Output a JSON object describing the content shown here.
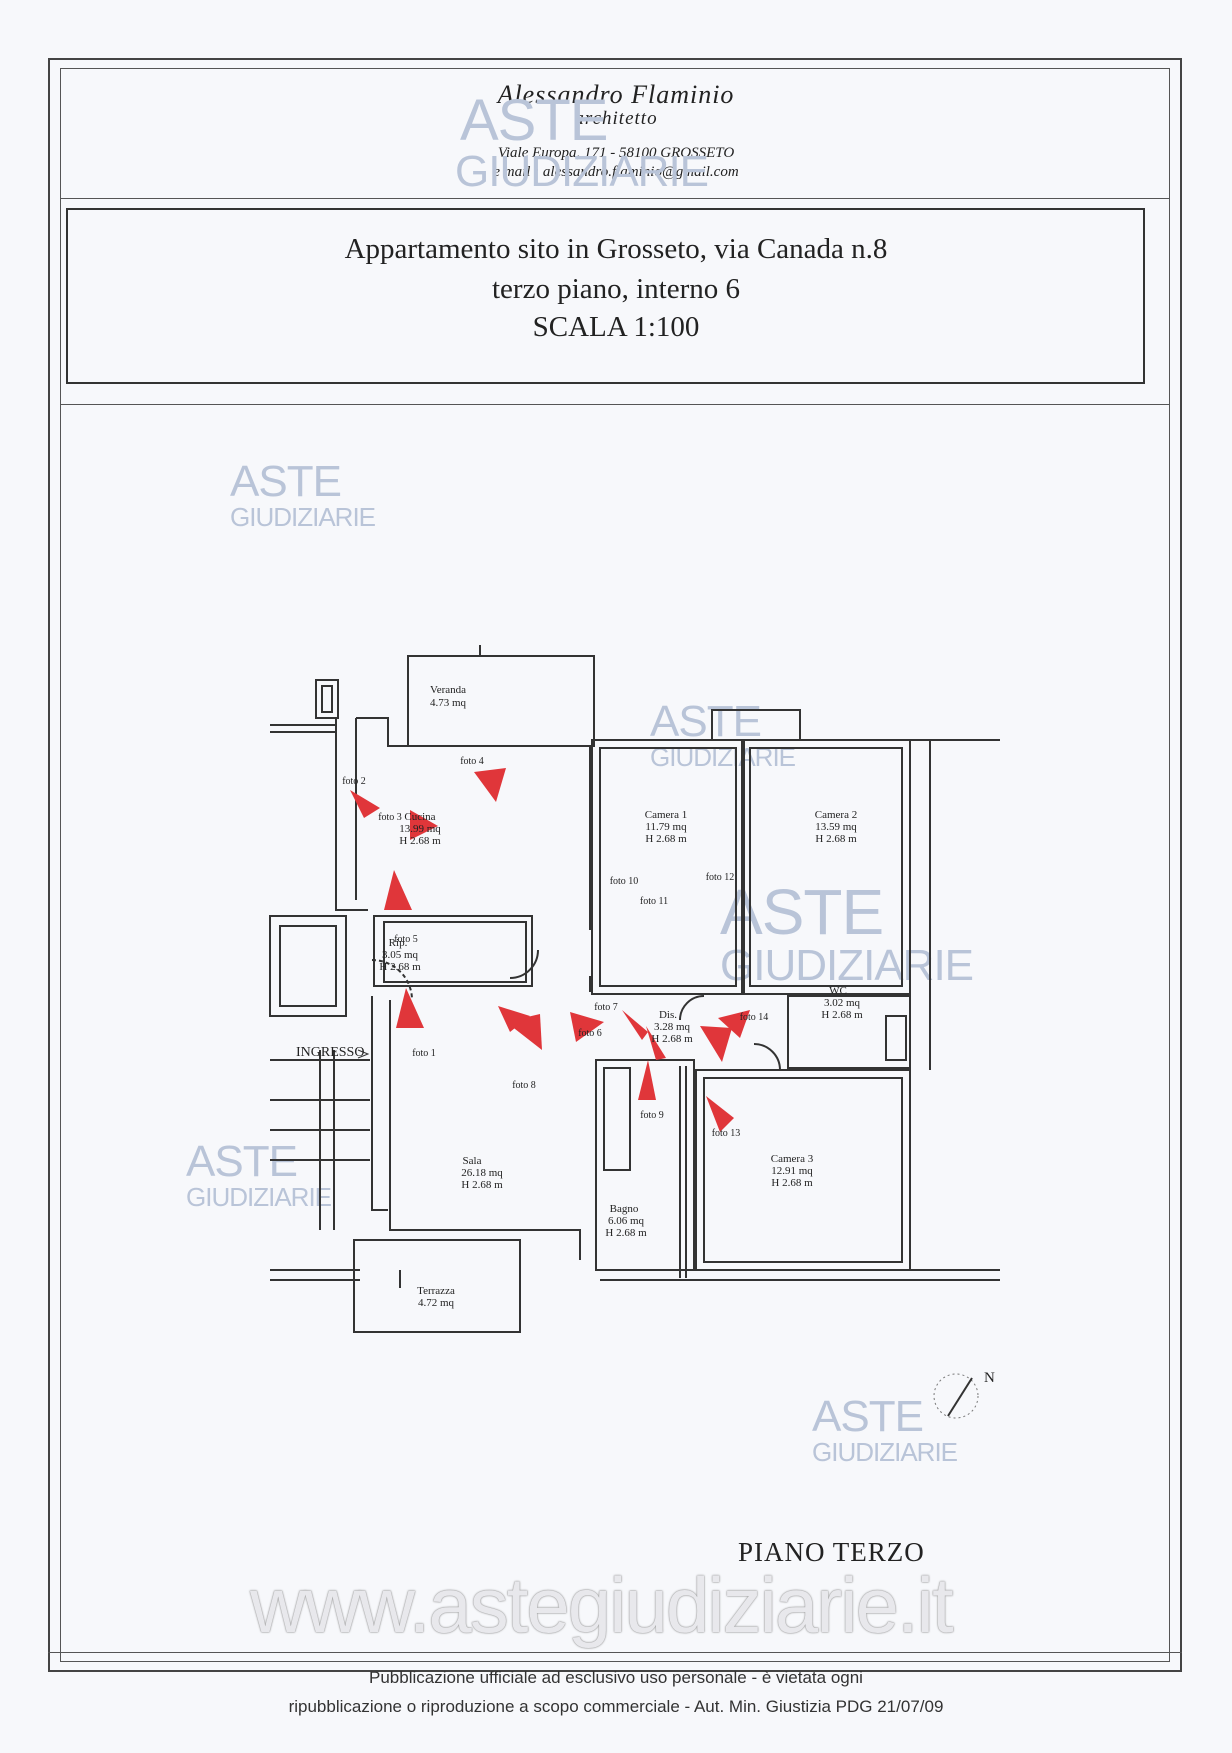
{
  "header": {
    "architect_name": "Alessandro Flaminio",
    "architect_role": "architetto",
    "address": "Viale Europa, 171 - 58100 GROSSETO",
    "email": "e mail : alessandro.flaminio@gmail.com"
  },
  "title": {
    "line1": "Appartamento sito in Grosseto, via Canada n.8",
    "line2": "terzo piano, interno 6",
    "line3": "SCALA 1:100"
  },
  "plan": {
    "rooms": {
      "veranda": {
        "name": "Veranda",
        "area": "4.73 mq"
      },
      "cucina": {
        "name": "Cucina",
        "area": "13.99 mq",
        "height": "H 2.68 m"
      },
      "camera1": {
        "name": "Camera 1",
        "area": "11.79 mq",
        "height": "H 2.68 m"
      },
      "camera2": {
        "name": "Camera 2",
        "area": "13.59 mq",
        "height": "H 2.68 m"
      },
      "rip": {
        "name": "Rip.",
        "area": "3.05 mq",
        "height": "H 2.68 m"
      },
      "wc": {
        "name": "WC",
        "area": "3.02 mq",
        "height": "H 2.68 m"
      },
      "dis": {
        "name": "Dis.",
        "area": "3.28 mq",
        "height": "H 2.68 m"
      },
      "sala": {
        "name": "Sala",
        "area": "26.18 mq",
        "height": "H 2.68 m"
      },
      "bagno": {
        "name": "Bagno",
        "area": "6.06 mq",
        "height": "H 2.68 m"
      },
      "camera3": {
        "name": "Camera 3",
        "area": "12.91 mq",
        "height": "H 2.68 m"
      },
      "terrazza": {
        "name": "Terrazza",
        "area": "4.72 mq"
      }
    },
    "entrance_label": "INGRESSO",
    "north_label": "N",
    "photo_labels": [
      "foto 1",
      "foto 2",
      "foto 3",
      "foto 4",
      "foto 5",
      "foto 6",
      "foto 7",
      "foto 8",
      "foto 9",
      "foto 10",
      "foto 11",
      "foto 12",
      "foto 13",
      "foto 14"
    ],
    "marker_color": "#e0363a"
  },
  "floor_label": "PIANO TERZO",
  "watermark": {
    "brand_top": "ASTE",
    "brand_bottom": "GIUDIZIARIE",
    "site": "www.astegiudiziarie.it"
  },
  "footer": {
    "line1": "Pubblicazione ufficiale ad esclusivo uso personale - è vietata ogni",
    "line2": "ripubblicazione o riproduzione a scopo commerciale - Aut. Min. Giustizia PDG 21/07/09"
  }
}
